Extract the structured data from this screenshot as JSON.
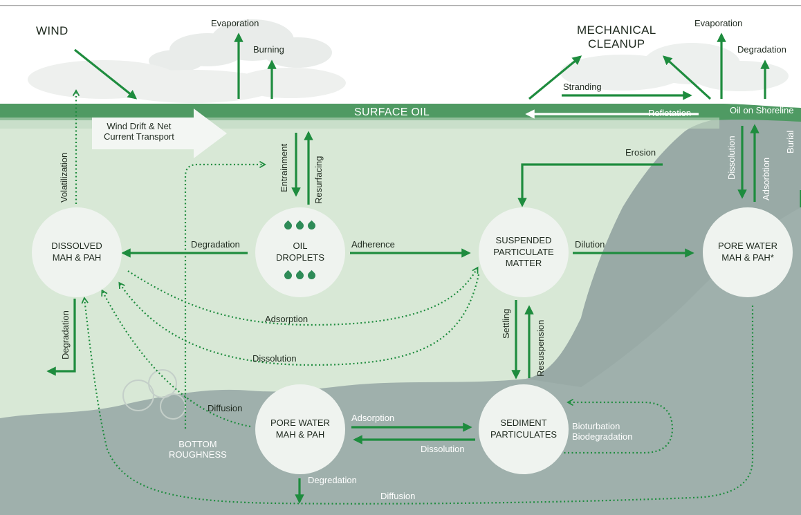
{
  "diagram": {
    "top_labels": {
      "wind": "WIND",
      "evaporation_left": "Evaporation",
      "burning": "Burning",
      "mechanical_cleanup": "MECHANICAL\nCLEANUP",
      "evaporation_right": "Evaporation",
      "degradation_top_right": "Degradation",
      "stranding": "Stranding"
    },
    "surface": {
      "surface_oil": "SURFACE OIL",
      "reflotation": "Reflotation",
      "oil_on_shoreline": "Oil on Shoreline",
      "wind_drift": "Wind Drift & Net\nCurrent Transport"
    },
    "nodes": {
      "dissolved": "DISSOLVED\nMAH & PAH",
      "oil_droplets": "OIL\nDROPLETS",
      "suspended": "SUSPENDED\nPARTICULATE\nMATTER",
      "pore_water_right": "PORE WATER\nMAH & PAH*",
      "pore_water_bottom": "PORE WATER\nMAH & PAH",
      "sediment": "SEDIMENT\nPARTICULATES"
    },
    "process_labels": {
      "volatilization": "Volatilization",
      "entrainment": "Entrainment",
      "resurfacing": "Resurfacing",
      "erosion": "Erosion",
      "dissolution_vertical": "Dissolution",
      "adsorbtion_vertical": "Adsorbtion",
      "burial": "Burial",
      "degradation_mid": "Degradation",
      "adherence": "Adherence",
      "dilution": "Dilution",
      "degradation_left": "Degradation",
      "adsorption_dotted": "Adsorption",
      "dissolution_dotted": "Dissolution",
      "settling": "Settling",
      "resuspension": "Resuspension",
      "diffusion_left": "Diffusion",
      "adsorption_bottom": "Adsorption",
      "dissolution_bottom": "Dissolution",
      "bioturbation": "Bioturbation\nBiodegradation",
      "bottom_roughness": "BOTTOM\nROUGHNESS",
      "degredation_bottom": "Degredation",
      "diffusion_bottom": "Diffusion"
    }
  },
  "colors": {
    "arrow_green": "#1e8c3e",
    "surface_oil": "#4f9a63",
    "water": "#d8e8d6",
    "sediment": "#9fb0ac",
    "node_fill": "#eff3ef"
  }
}
